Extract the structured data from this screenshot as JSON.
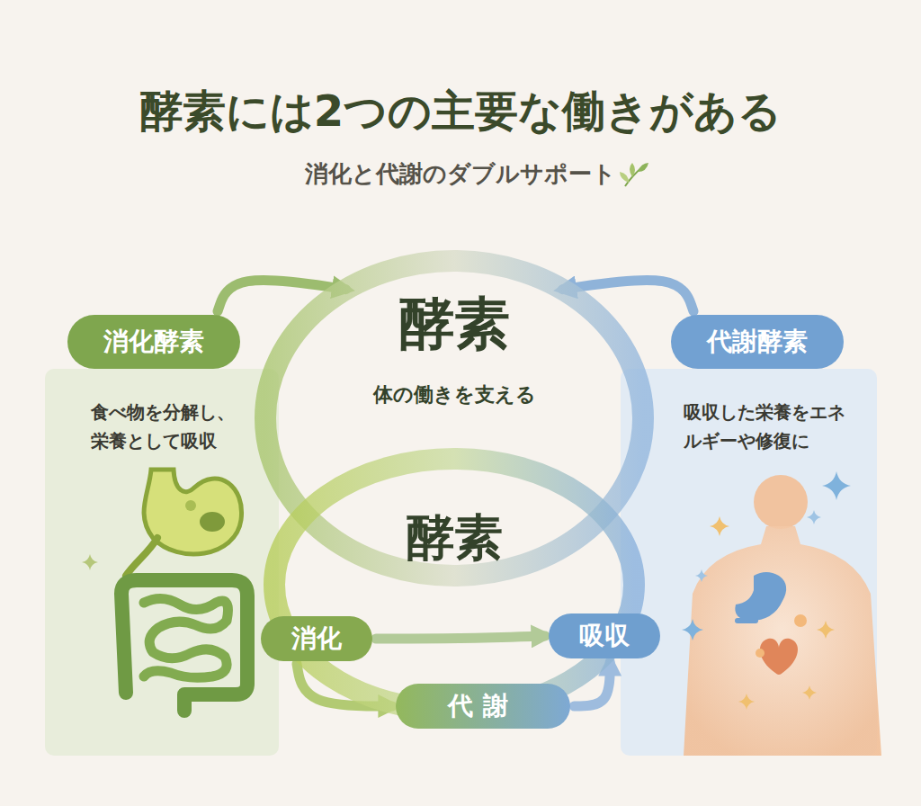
{
  "diagram": {
    "title": "酵素には2つの主要な働きがある",
    "caption": "消化と代謝のダブルサポート",
    "nodes": [
      {
        "text": [
          "消化酵素",
          "食べ物を分解し、栄養として吸収"
        ]
      },
      {
        "text": [
          "代謝酵素",
          "吸収した栄養をエネルギーや修復に"
        ]
      },
      {
        "text": [
          "酵素",
          "体の働きを支える"
        ]
      },
      {
        "text": [
          "酵素"
        ]
      },
      {
        "text": [
          "消化"
        ]
      },
      {
        "text": [
          "吸収"
        ]
      },
      {
        "text": [
          "代謝"
        ]
      }
    ],
    "edges": [
      {
        "from": 0,
        "to": 2,
        "arrow": "to"
      },
      {
        "from": 1,
        "to": 2,
        "arrow": "to"
      },
      {
        "from": 4,
        "to": 5,
        "arrow": "to"
      },
      {
        "from": 4,
        "to": 6,
        "arrow": "to"
      },
      {
        "from": 6,
        "to": 5,
        "arrow": "to"
      }
    ]
  }
}
